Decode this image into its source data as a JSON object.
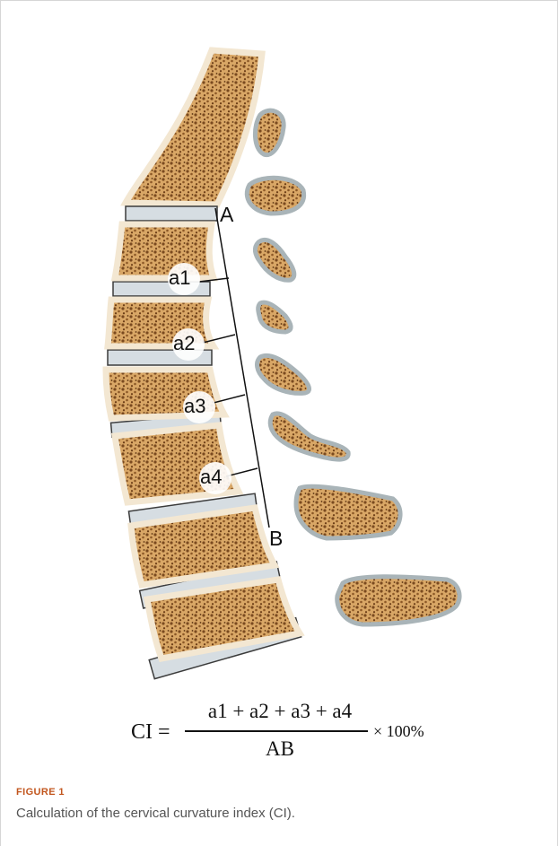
{
  "figure": {
    "label": "FIGURE 1",
    "caption": "Calculation of the cervical curvature index (CI)."
  },
  "points": {
    "top": "A",
    "bottom": "B"
  },
  "distances": [
    "a1",
    "a2",
    "a3",
    "a4"
  ],
  "formula": {
    "lhs": "CI =",
    "numerator": "a1 + a2 + a3 + a4",
    "denominator": "AB",
    "multiplier": "× 100%"
  },
  "colors": {
    "bone_fill": "#e7c48f",
    "bone_outline": "#f3e7d2",
    "bone_spot": "#7a4a1f",
    "disc": "#d6dde2",
    "process_outline": "#a9b4b8",
    "line": "#111111",
    "figure_label": "#c2561e"
  }
}
